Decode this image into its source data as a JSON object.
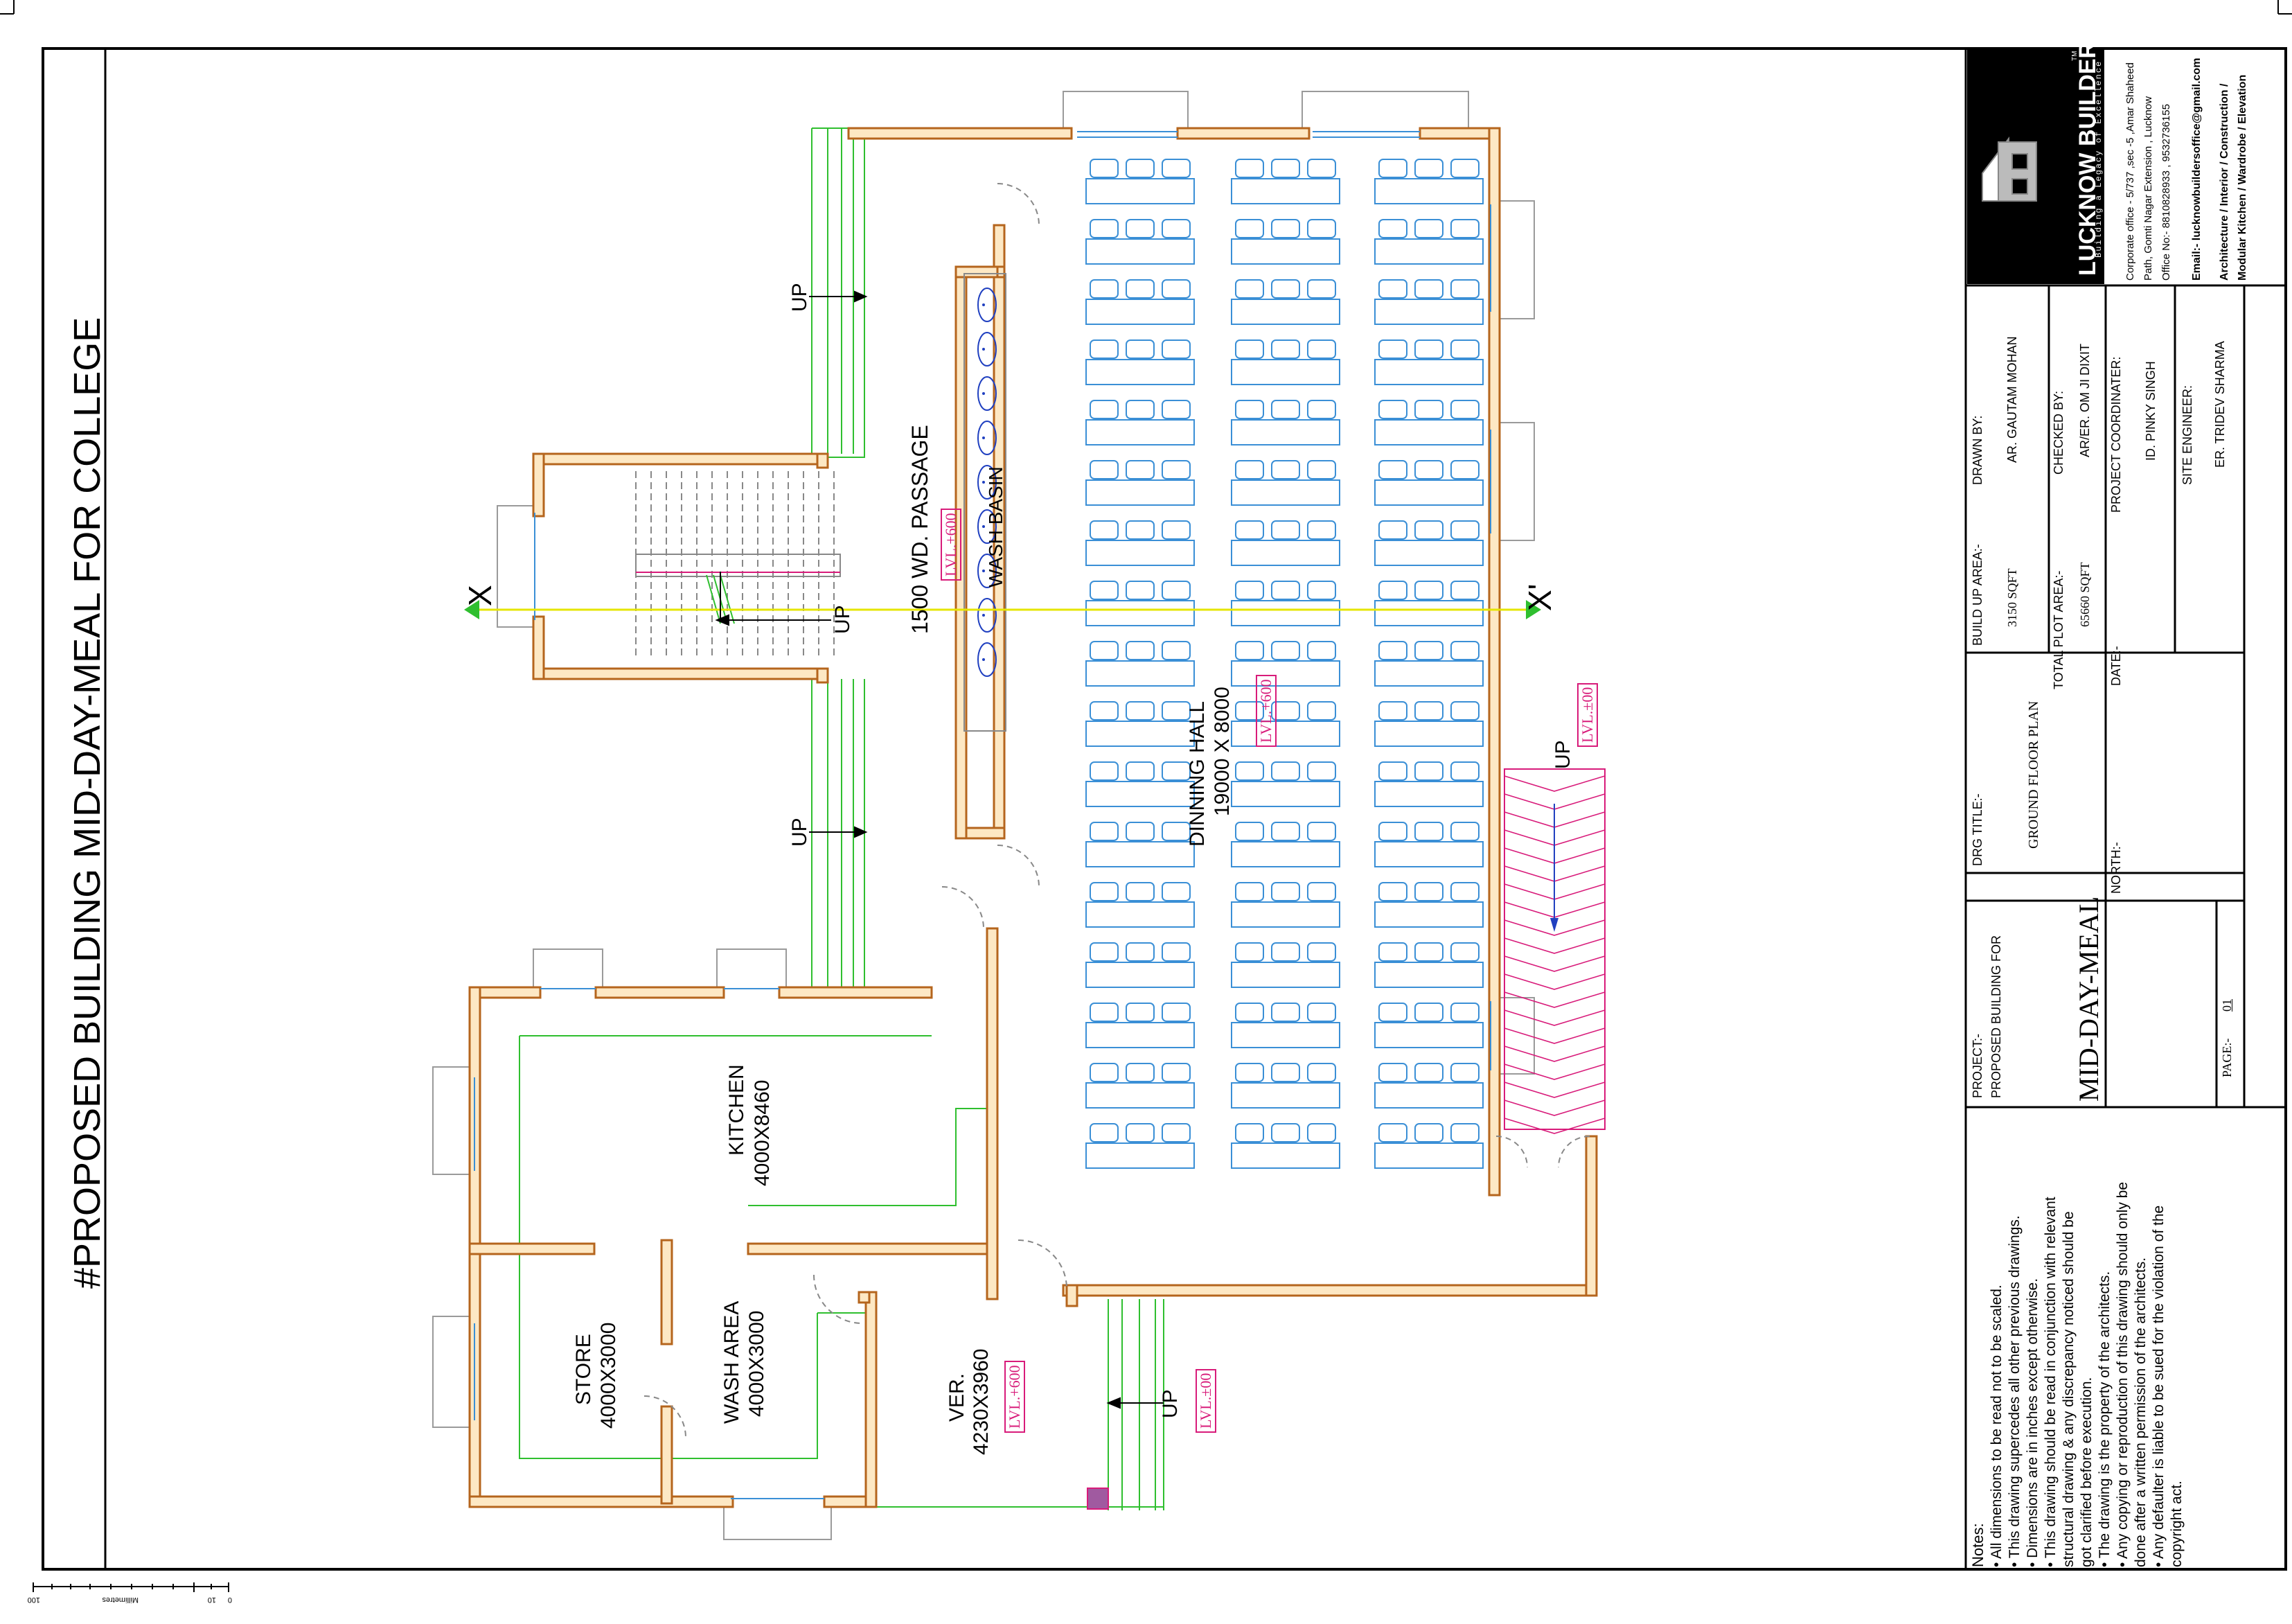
{
  "title": "#PROPOSED BUILDING MID-DAY-MEAL  FOR COLLEGE",
  "rooms": {
    "passage_label": "1500 WD. PASSAGE",
    "wash_basin_label": "WASH BASIN",
    "dinning_hall_name": "DINNING HALL",
    "dinning_hall_size": "19000 X 8000",
    "kitchen_name": "KITCHEN",
    "kitchen_size": "4000X8460",
    "store_name": "STORE",
    "store_size": "4000X3000",
    "wash_area_name": "WASH AREA",
    "wash_area_size": "4000X3000",
    "verandah_name": "VER.",
    "verandah_size": "4230X3960"
  },
  "levels": {
    "passage": "LVL.+600",
    "hall": "LVL.+600",
    "ramp": "LVL.±00",
    "verandah": "LVL.+600",
    "entry": "LVL.±00"
  },
  "stairs": {
    "up_label": "UP"
  },
  "section": {
    "left": "X",
    "right": "X'"
  },
  "title_block": {
    "project_label": "PROJECT:-",
    "project_line1": "PROPOSED BUILDING FOR",
    "project_name": "MID-DAY-MEAL",
    "drg_title_label": "DRG TITLE:-",
    "drg_title": "GROUND FLOOR PLAN",
    "north_label": "NORTH:-",
    "build_up_label": "BUILD UP AREA:-",
    "build_up_value": "3150 SQFT",
    "plot_area_label": "TOTAL PLOT AREA:-",
    "plot_area_value": "65660 SQFT",
    "date_label": "DATE:-",
    "drawn_by_label": "DRAWN BY:",
    "drawn_by": "AR. GAUTAM MOHAN",
    "checked_by_label": "CHECKED BY:",
    "checked_by": "AR/ER. OM JI DIXIT",
    "coordinator_label": "PROJECT COORDINATER:",
    "coordinator": "ID. PINKY SINGH",
    "site_engineer_label": "SITE ENGINEER:",
    "site_engineer": "ER. TRIDEV SHARMA",
    "page_label": "PAGE:-",
    "page_no": "01"
  },
  "company": {
    "name": "LUCKNOW BUILDERS",
    "tm": "TM",
    "tagline": "Building a Legacy of Excellence",
    "address1": "Corporate office - 5/737 ,sec -5 ,Amar Shaheed",
    "address2": "Path, Gomti Nagar Extension , Lucknow",
    "office": "Office No:- 8810828933 , 9532736155",
    "email": "Email:- lucknowbuildersoffice@gmail.com",
    "services1": "Architecture / Interior / Construction /",
    "services2": "Modular Kitchen / Wardrobe / Elevation"
  },
  "notes": {
    "heading": "Notes:",
    "items": [
      "• All dimensions to be read not to be scaled.",
      "• This drawing supercedes all other previous drawings.",
      "• Dimensions are in inches except otherwise.",
      "• This drawing should be read in conjunction with relevant",
      "   structural drawing & any discrepancy noticed should be",
      "   got clarified before execution.",
      "• The drawing is the property of the architects.",
      "• Any copying or reproduction of this drawing should only be",
      "   done after a written permission of the architects.",
      "• Any defaulter is liable to be sued for the violation of the",
      "   copyright act."
    ]
  },
  "scale_bar": {
    "unit": "Millimetres",
    "min": "0",
    "mid": "10",
    "max": "100"
  },
  "colors": {
    "wall_fill": "#fde8c4",
    "wall_stroke": "#b5651d",
    "furniture": "#3a8fd6",
    "green": "#2fbf2f",
    "magenta": "#d81b7a",
    "section_line": "#e6e600"
  }
}
